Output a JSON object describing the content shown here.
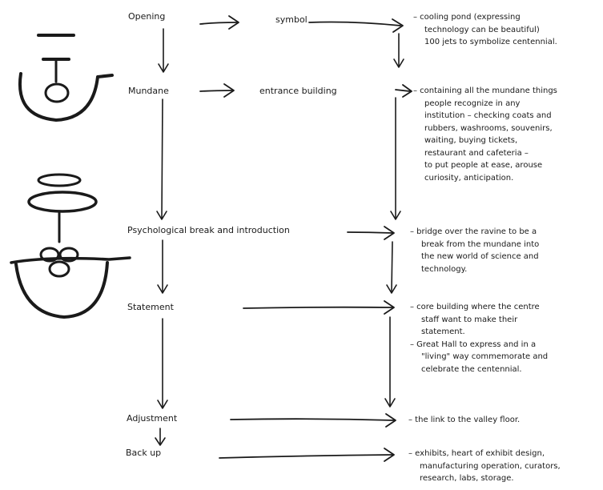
{
  "stages": [
    {
      "id": "opening",
      "label": "Opening"
    },
    {
      "id": "mundane",
      "label": "Mundane"
    },
    {
      "id": "psych",
      "label": "Psychological break and introduction"
    },
    {
      "id": "statement",
      "label": "Statement"
    },
    {
      "id": "adjustment",
      "label": "Adjustment"
    },
    {
      "id": "backup",
      "label": "Back up"
    }
  ],
  "middle_labels": {
    "symbol": "symbol",
    "entrance": "entrance building"
  },
  "notes": {
    "opening": [
      "– cooling pond (expressing",
      "technology can be beautiful)",
      "100 jets to symbolize centennial."
    ],
    "mundane": [
      "– containing all the mundane things",
      "people recognize in any",
      "institution – checking coats and",
      "rubbers, washrooms, souvenirs,",
      "waiting, buying tickets,",
      "restaurant and cafeteria –",
      "to put people at ease, arouse",
      "curiosity, anticipation."
    ],
    "psych": [
      "– bridge over the ravine to be a",
      "break from the mundane into",
      "the new world of science and",
      "technology."
    ],
    "statement": [
      "– core building where the centre",
      "staff want to make their",
      "statement.",
      "– Great Hall to express and in a",
      "\"living\" way commemorate and",
      "celebrate the centennial."
    ],
    "adjustment": [
      "– the link to the valley floor."
    ],
    "backup": [
      "– exhibits, heart of exhibit design,",
      "manufacturing operation, curators,",
      "research, labs, storage."
    ]
  }
}
